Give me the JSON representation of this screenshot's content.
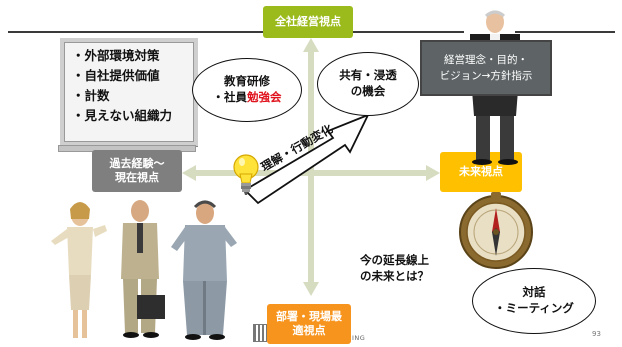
{
  "top_box": {
    "label": "全社経営視点",
    "color": "#9bbb1c"
  },
  "left_box": {
    "line1": "過去経験～",
    "line2": "現在視点",
    "color": "#7f7f7f"
  },
  "right_box": {
    "label": "未来視点",
    "color": "#ffc000"
  },
  "bottom_box": {
    "line1": "部署・現場最",
    "line2": "適視点",
    "color": "#f7941d"
  },
  "whiteboard": {
    "items": [
      "・外部環境対策",
      "・自社提供価値",
      "・計数",
      "・見えない組織力"
    ]
  },
  "sign": {
    "line1": "経営理念・目的・",
    "line2": "ビジョン→方針指示"
  },
  "ellipse_education": {
    "line1": "教育研修",
    "line2_prefix": "・社員",
    "line2_emphasis": "勉強会",
    "emphasis_color": "#e0141e"
  },
  "ellipse_share": {
    "line1": "共有・浸透",
    "line2": "の機会"
  },
  "ellipse_dialogue": {
    "line1": "対話",
    "line2": "・ミーティング"
  },
  "arrow_label": "理解・行動変化",
  "question": {
    "line1": "今の延長線上",
    "line2": "の未来とは？"
  },
  "logo_fragment_1": "ING",
  "page_number": "93"
}
